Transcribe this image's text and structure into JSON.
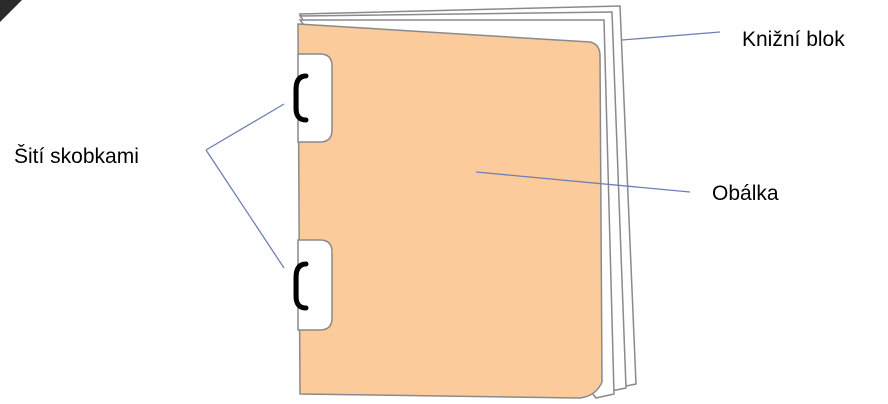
{
  "diagram": {
    "labels": {
      "book_block": "Knižní blok",
      "saddle_stitch": "Šití skobkami",
      "cover": "Obálka"
    },
    "colors": {
      "cover_fill": "#fccb9c",
      "page_fill": "#ffffff",
      "outline": "#8a8a8a",
      "leader_line": "#6f7fb3",
      "text": "#000000"
    },
    "staple_count": 2
  }
}
